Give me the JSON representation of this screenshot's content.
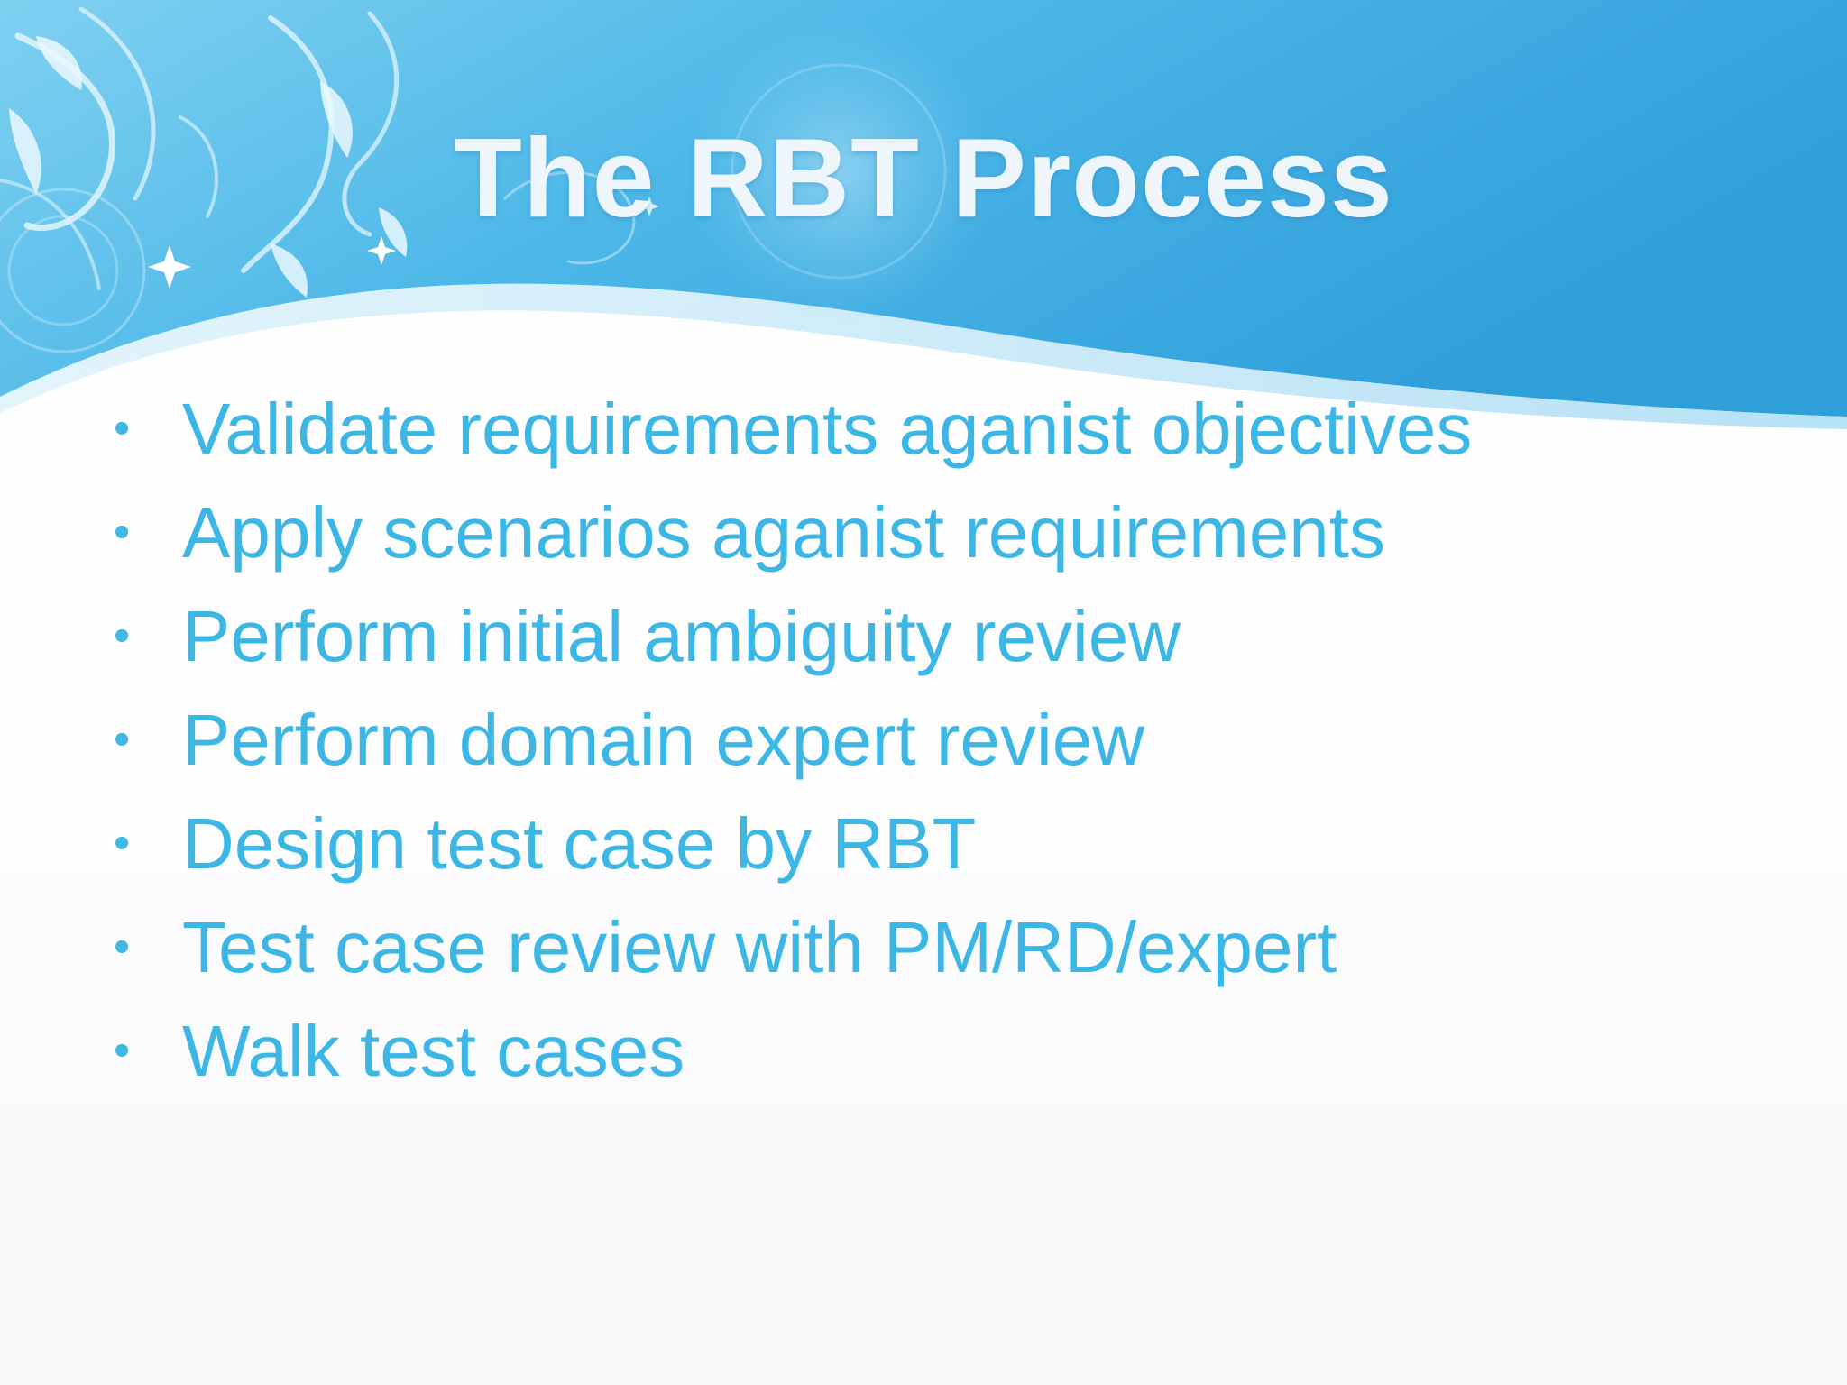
{
  "slide": {
    "title": "The RBT Process",
    "bullet_glyph": "•",
    "bullets": [
      "Validate requirements aganist objectives",
      "Apply scenarios aganist requirements",
      "Perform initial ambiguity review",
      "Perform domain expert review",
      "Design test case by RBT",
      "Test case review with PM/RD/expert",
      "Walk test cases"
    ]
  },
  "colors": {
    "header_blue": "#3aa9e0",
    "bullet_text": "#3cb6e4",
    "title_text": "#eef6fb"
  }
}
